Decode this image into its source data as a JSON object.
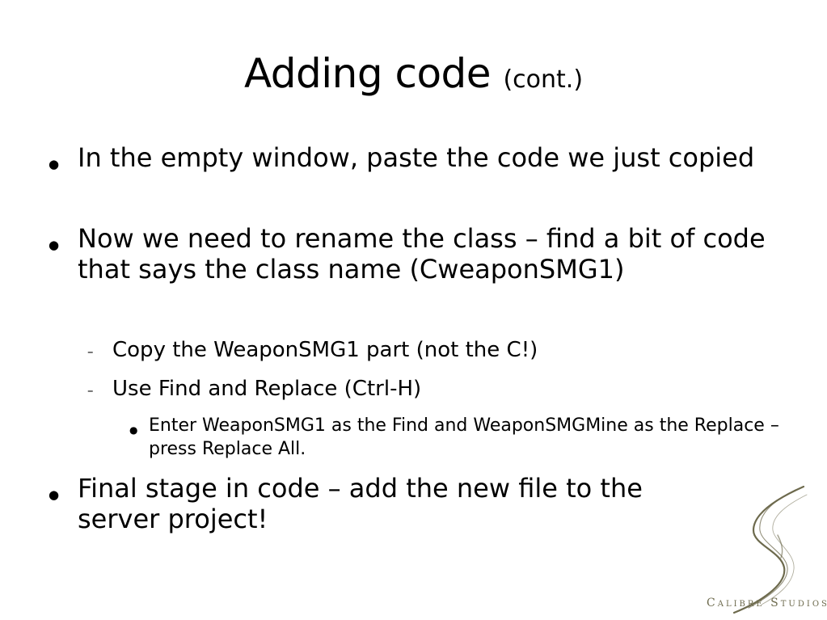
{
  "slide": {
    "title": "Adding code",
    "title_suffix": "(cont.)"
  },
  "bullets": [
    {
      "level": 1,
      "marker": "●",
      "text": "In the empty window, paste the code we just copied"
    },
    {
      "level": 1,
      "marker": "●",
      "text": "Now we need to rename the class – find a bit of code that says the class name (CweaponSMG1)"
    },
    {
      "level": 2,
      "marker": "–",
      "text": "Copy the WeaponSMG1 part (not the C!)"
    },
    {
      "level": 2,
      "marker": "–",
      "text": "Use Find and Replace (Ctrl-H)"
    },
    {
      "level": 3,
      "marker": "●",
      "text": "Enter WeaponSMG1 as the Find and WeaponSMGMine as the Replace – press Replace All."
    },
    {
      "level": 1,
      "marker": "●",
      "text": "Final stage in code – add the new file to the server project!"
    }
  ],
  "logo": {
    "initial_c": "C",
    "rest_1": "ALIBRE",
    "initial_s": "S",
    "rest_2": "TUDIOS",
    "color": "#6d6a4d",
    "icon": "swirl-s-icon"
  }
}
